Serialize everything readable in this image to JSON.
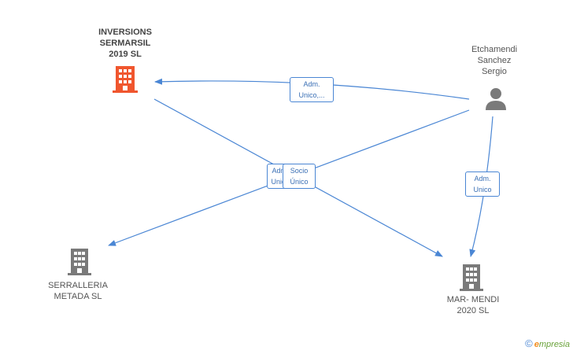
{
  "nodes": {
    "inversions": {
      "label": "INVERSIONS\nSERMARSIL\n2019  SL",
      "color": "#f0562e"
    },
    "etchamendi": {
      "label": "Etchamendi\nSanchez\nSergio",
      "color": "#7a7a7a"
    },
    "serralleria": {
      "label": "SERRALLERIA\nMETADA  SL",
      "color": "#7a7a7a"
    },
    "marmendi": {
      "label": "MAR- MENDI\n2020  SL",
      "color": "#7a7a7a"
    }
  },
  "edges": {
    "adm_unico_top": "Adm.\nUnico,...",
    "adm_hidden": "Adm.\nUnico",
    "socio_unico": "Socio\nÚnico",
    "adm_unico_right": "Adm.\nUnico"
  },
  "brand": {
    "copyright": "©",
    "initial": "e",
    "name": "mpresia"
  },
  "colors": {
    "edge": "#4a86d4",
    "highlight": "#f0562e",
    "building": "#7a7a7a"
  }
}
